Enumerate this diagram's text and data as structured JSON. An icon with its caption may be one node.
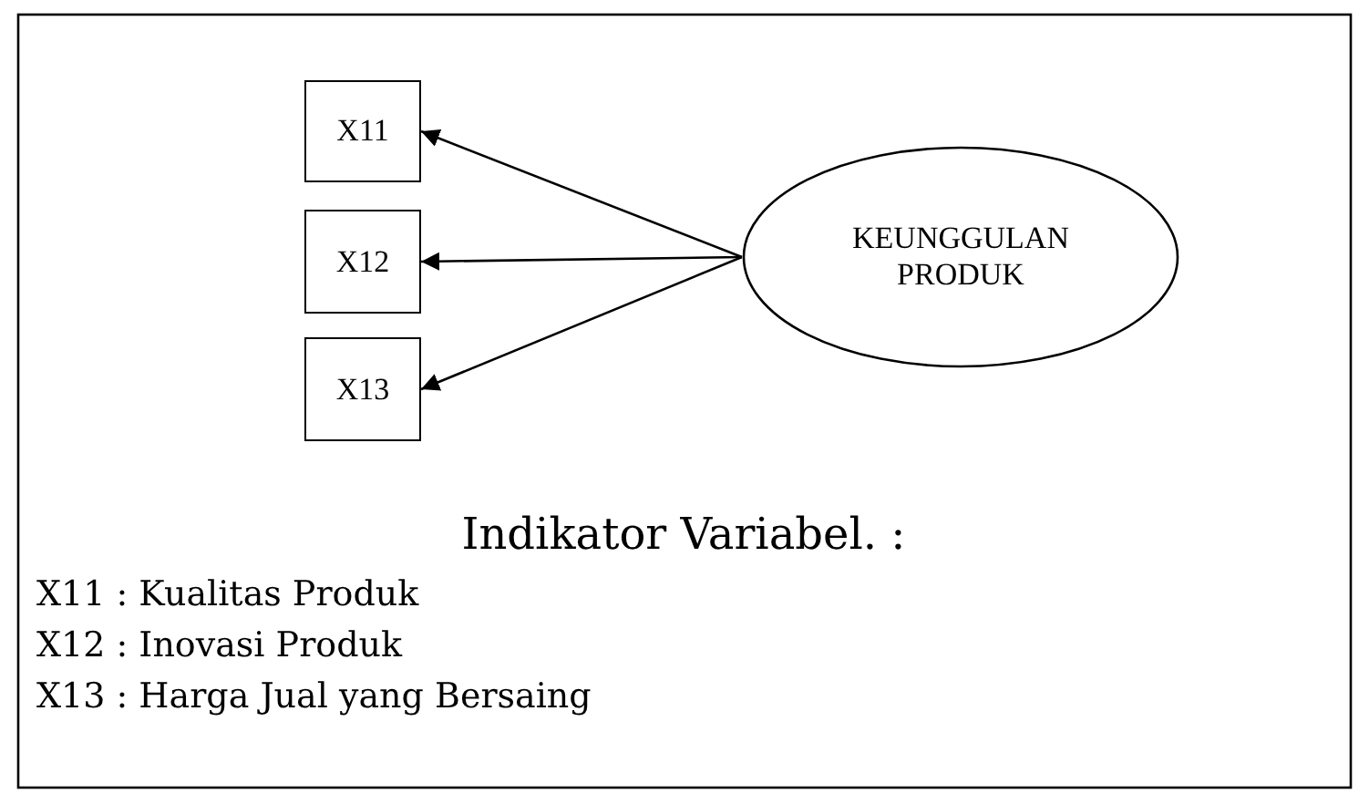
{
  "diagram": {
    "nodes": [
      {
        "text": [
          "X11"
        ]
      },
      {
        "text": [
          "X12"
        ]
      },
      {
        "text": [
          "X13"
        ]
      },
      {
        "text": [
          "KEUNGGULAN PRODUK"
        ]
      }
    ],
    "edges": [
      {
        "from": 3,
        "to": 0,
        "arrow": "to"
      },
      {
        "from": 3,
        "to": 1,
        "arrow": "to"
      },
      {
        "from": 3,
        "to": 2,
        "arrow": "to"
      }
    ],
    "labels": [
      "Indikator Variabel. :",
      "X11 : Kualitas Produk",
      "X12 : Inovasi Produk",
      "X13 : Harga Jual yang Bersaing"
    ]
  }
}
